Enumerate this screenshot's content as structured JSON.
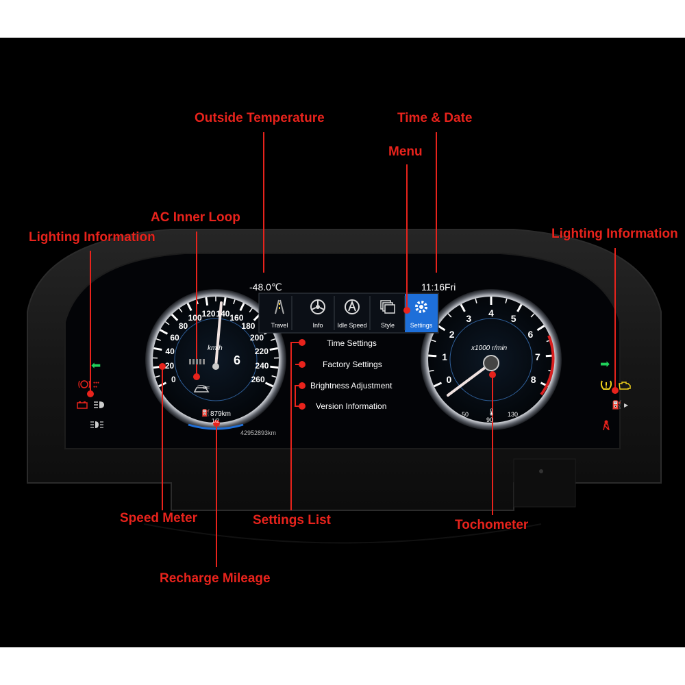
{
  "colors": {
    "callout": "#e8231c",
    "background": "#000000",
    "screen": "#06090f",
    "accent_blue": "#1e6fd9",
    "needle": "#f0e2e0"
  },
  "callouts": {
    "outside_temperature": "Outside Temperature",
    "time_date": "Time & Date",
    "menu": "Menu",
    "ac_inner_loop": "AC Inner Loop",
    "lighting_info_left": "Lighting Information",
    "lighting_info_right": "Lighting Information",
    "speed_meter": "Speed Meter",
    "settings_list": "Settings List",
    "tachometer": "Tochometer",
    "recharge_mileage": "Recharge Mileage"
  },
  "status": {
    "temperature": "-48.0℃",
    "time": "11:16Fri"
  },
  "menu_tabs": [
    {
      "label": "Travel",
      "icon": "road-icon"
    },
    {
      "label": "Info",
      "icon": "wheel-icon"
    },
    {
      "label": "Idle Speed",
      "icon": "auto-a-icon"
    },
    {
      "label": "Style",
      "icon": "layers-icon"
    },
    {
      "label": "Settings",
      "icon": "gear-icon",
      "selected": true
    }
  ],
  "settings": [
    "Time Settings",
    "Factory Settings",
    "Brightness Adjustment",
    "Version Information"
  ],
  "speedometer": {
    "labels": [
      "0",
      "20",
      "40",
      "60",
      "80",
      "100",
      "120",
      "140",
      "160",
      "180",
      "200",
      "220",
      "240",
      "260"
    ],
    "unit": "km/h",
    "gear": "6",
    "range": "879km",
    "fuel_mid": "1/2",
    "ac_mode": "OFF",
    "speed": 140
  },
  "odometer": "42952893km",
  "tachometer": {
    "labels": [
      "0",
      "1",
      "2",
      "3",
      "4",
      "5",
      "6",
      "7",
      "8"
    ],
    "unit": "x1000 r/min",
    "rpm": 0,
    "temp_low": "50",
    "temp_mid": "90",
    "temp_high": "130"
  }
}
